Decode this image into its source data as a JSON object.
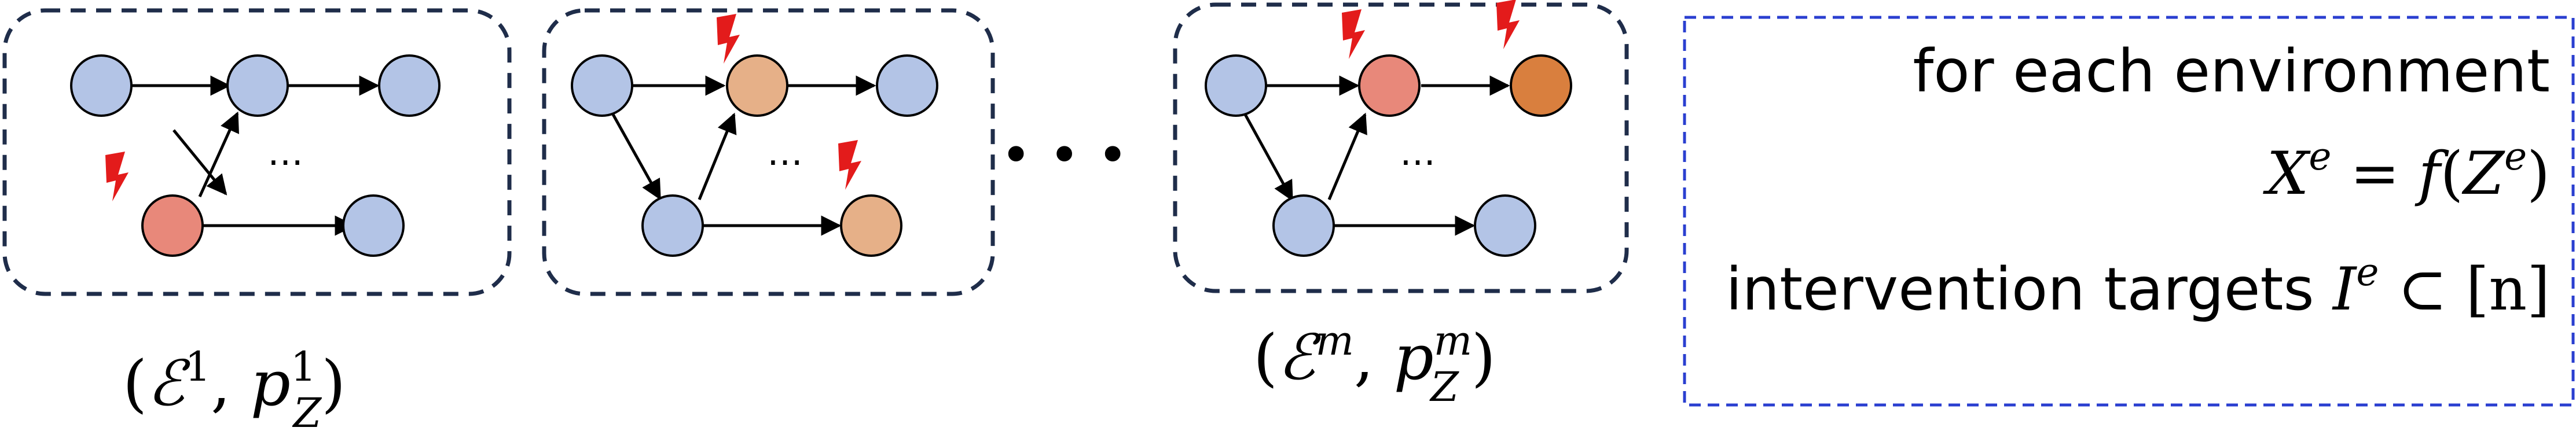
{
  "panels": [
    {
      "id": "env-1",
      "caption": {
        "open": "(",
        "calE": "ℰ",
        "sup": "1",
        "sep": ", ",
        "p": "p",
        "psup": "1",
        "psub": "Z",
        "close": ")"
      },
      "nodes": [
        {
          "id": "a",
          "state": "observed"
        },
        {
          "id": "b",
          "state": "observed"
        },
        {
          "id": "c",
          "state": "observed"
        },
        {
          "id": "d",
          "state": "intervened"
        },
        {
          "id": "e",
          "state": "observed"
        }
      ]
    },
    {
      "id": "env-2",
      "nodes": [
        {
          "id": "a",
          "state": "observed"
        },
        {
          "id": "b",
          "state": "intervened-light"
        },
        {
          "id": "c",
          "state": "observed"
        },
        {
          "id": "d",
          "state": "observed"
        },
        {
          "id": "e",
          "state": "intervened-light"
        }
      ]
    },
    {
      "id": "env-m",
      "caption": {
        "open": "(",
        "calE": "ℰ",
        "sup": "m",
        "sep": ", ",
        "p": "p",
        "psup": "m",
        "psub": "Z",
        "close": ")"
      },
      "nodes": [
        {
          "id": "a",
          "state": "observed"
        },
        {
          "id": "b",
          "state": "intervened"
        },
        {
          "id": "c",
          "state": "intervened-dark"
        },
        {
          "id": "d",
          "state": "observed"
        },
        {
          "id": "e",
          "state": "observed"
        }
      ]
    }
  ],
  "inner_ellipsis": "…",
  "between_dots": "• • •",
  "info_box": {
    "line1": "for each environment",
    "line2": {
      "X": "X",
      "e_sup": "e",
      "eq": " = ",
      "f": "f",
      "open": "(",
      "Z": "Z",
      "z_sup": "e",
      "close": ")"
    },
    "line3": {
      "prefix": "intervention targets ",
      "I": "I",
      "i_sup": "e",
      "subset": " ⊂ ",
      "set": "[n]"
    }
  },
  "colors": {
    "border": "#1f2d4a",
    "info_border": "#2a3fd0",
    "node_observed": "#b3c4e6",
    "node_intervened": "#e8887a",
    "node_intervened_light": "#e6b088",
    "node_intervened_dark": "#d97f3e",
    "lightning": "#e31b1b",
    "text": "#000000"
  },
  "icons": {
    "intervention": "lightning-bolt-icon"
  }
}
